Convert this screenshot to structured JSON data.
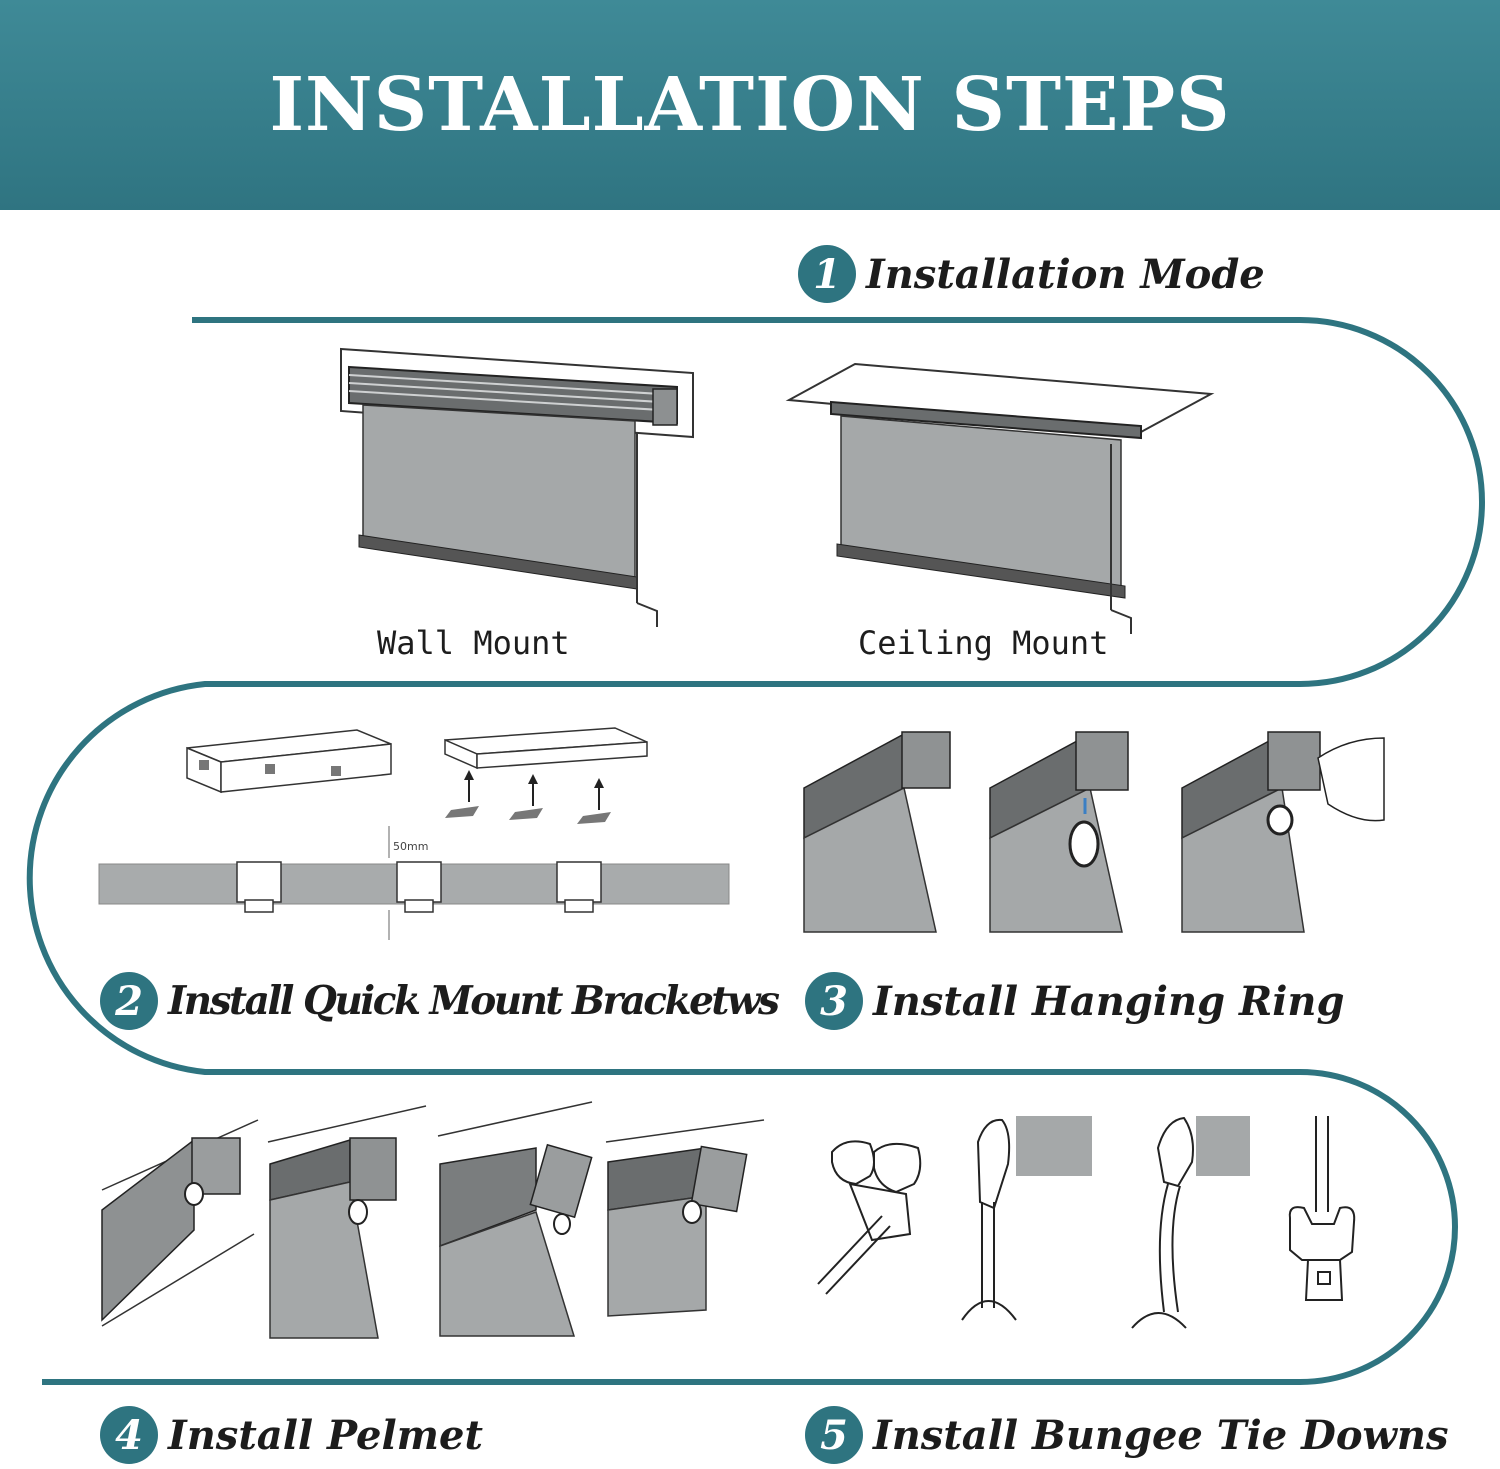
{
  "header": {
    "title": "INSTALLATION STEPS"
  },
  "colors": {
    "accent": "#2e7480",
    "fabric": "#a5a8a9",
    "header_top": "#3f8a97",
    "header_bottom": "#2f7481"
  },
  "steps": [
    {
      "number": "1",
      "label": "Installation Mode"
    },
    {
      "number": "2",
      "label": "Install Quick Mount Bracketws"
    },
    {
      "number": "3",
      "label": "Install Hanging Ring"
    },
    {
      "number": "4",
      "label": "Install Pelmet"
    },
    {
      "number": "5",
      "label": "Install Bungee Tie Downs"
    }
  ],
  "mount_modes": {
    "wall": "Wall Mount",
    "ceiling": "Ceiling Mount"
  },
  "bracket_diagram": {
    "spacing_label": "50mm"
  }
}
